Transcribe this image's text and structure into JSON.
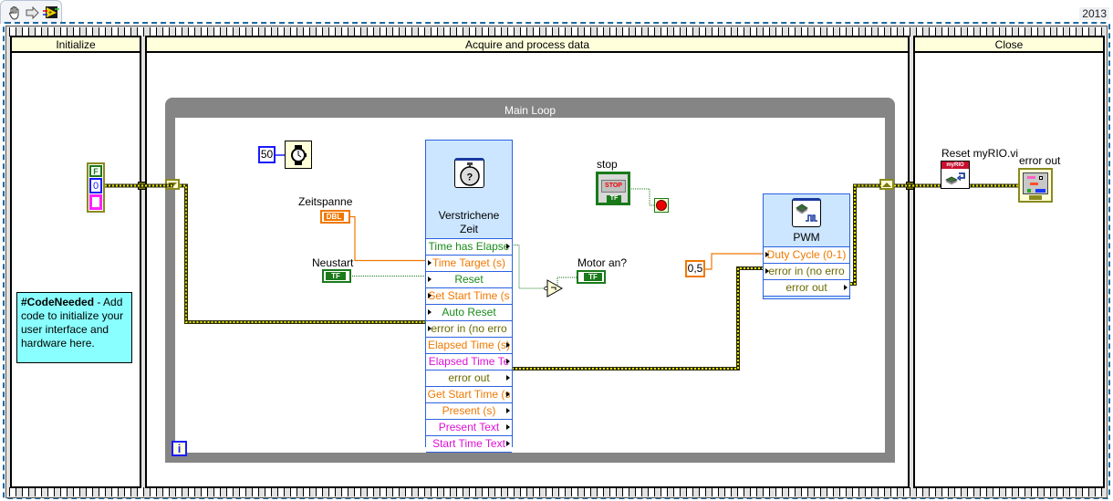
{
  "toolbar": {
    "icons": [
      "hand-tool-icon",
      "run-arrow-icon",
      "vi-icon"
    ],
    "version": "2013"
  },
  "frames": [
    {
      "label": "Initialize"
    },
    {
      "label": "Acquire and process data"
    },
    {
      "label": "Close"
    }
  ],
  "initialize": {
    "error_cluster": {
      "status": "F",
      "code": "0",
      "source": ""
    },
    "comment": {
      "bold": "#CodeNeeded",
      "text": " - Add code to initialize your user interface and hardware here."
    }
  },
  "main_loop": {
    "title": "Main Loop",
    "iteration_label": "i",
    "wait_constant": "50",
    "zeitspanne": {
      "label": "Zeitspanne",
      "type": "DBL"
    },
    "neustart": {
      "label": "Neustart",
      "type": "TF"
    },
    "elapsed_time": {
      "title_line1": "Verstrichene",
      "title_line2": "Zeit",
      "terminals": [
        {
          "label": "Time has Elapse",
          "color": "green",
          "dir": "out"
        },
        {
          "label": "Time Target (s)",
          "color": "orange",
          "dir": "in"
        },
        {
          "label": "Reset",
          "color": "green",
          "dir": "in"
        },
        {
          "label": "Set Start Time (s",
          "color": "orange",
          "dir": "in"
        },
        {
          "label": "Auto Reset",
          "color": "green",
          "dir": "in"
        },
        {
          "label": "error in (no erro",
          "color": "olive",
          "dir": "in"
        },
        {
          "label": "Elapsed Time (s)",
          "color": "orange",
          "dir": "out"
        },
        {
          "label": "Elapsed Time Te",
          "color": "pink",
          "dir": "out"
        },
        {
          "label": "error out",
          "color": "olive",
          "dir": "out"
        },
        {
          "label": "Get Start Time (s",
          "color": "orange",
          "dir": "out"
        },
        {
          "label": "Present (s)",
          "color": "orange",
          "dir": "out"
        },
        {
          "label": "Present Text",
          "color": "pink",
          "dir": "out"
        },
        {
          "label": "Start Time Text",
          "color": "pink",
          "dir": "out"
        }
      ]
    },
    "stop": {
      "label": "stop",
      "button_text": "STOP",
      "type": "TF"
    },
    "motor": {
      "label": "Motor an?",
      "type": "TF"
    },
    "duty_constant": "0,5",
    "pwm": {
      "title": "PWM",
      "terminals": [
        {
          "label": "Duty Cycle (0-1)",
          "color": "orange",
          "dir": "in"
        },
        {
          "label": "error in (no erro",
          "color": "olive",
          "dir": "in"
        },
        {
          "label": "error out",
          "color": "olive",
          "dir": "out"
        }
      ]
    }
  },
  "close": {
    "reset_label": "Reset myRIO.vi",
    "reset_banner": "myRIO",
    "error_out_label": "error out"
  }
}
